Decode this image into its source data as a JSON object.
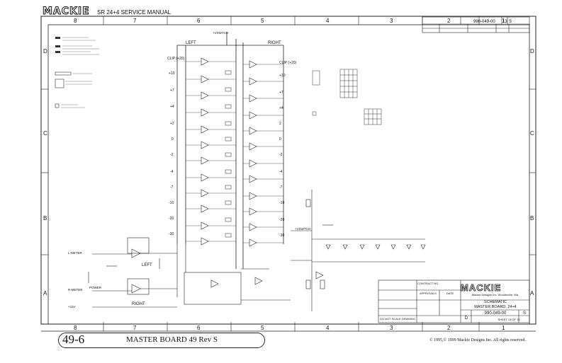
{
  "header": {
    "logo": "MACKIE",
    "manual": "SR 24+4 SERVICE MANUAL"
  },
  "zones_top": [
    "8",
    "7",
    "6",
    "5",
    "4",
    "3",
    "2",
    "1"
  ],
  "rows_side": [
    "D",
    "C",
    "B",
    "A"
  ],
  "doc_number_top": "990-049-00",
  "sheet_top": "13",
  "rev_top": "S",
  "channels": {
    "left_label": "LEFT",
    "right_label": "RIGHT",
    "clip_left": "CLIP (+20)",
    "clip_right": "CLIP (+20)",
    "levels_left": [
      "+10",
      "+7",
      "+4",
      "+2",
      "0",
      "-2",
      "-4",
      "-7",
      "-10",
      "-20",
      "-30"
    ],
    "levels_right": [
      "+10",
      "+7",
      "+4",
      "2",
      "0",
      "-2",
      "-4",
      "-7",
      "-10",
      "-20",
      "-30"
    ],
    "vsw_label": "+VSWTCH"
  },
  "bottom_labels": {
    "l_meter": "L-METER",
    "r_meter": "R-METER",
    "left": "LEFT",
    "right": "RIGHT",
    "power": "POWER",
    "plus15": "+15V",
    "vswitch": "+VSWTCH"
  },
  "title_block": {
    "logo": "MACKIE",
    "company": "Mackie Designs Inc.  Woodinville, Wa.",
    "schematic": "SCHEMATIC",
    "board": "MASTER BOARD, 24+4",
    "doc_number": "990-049-00",
    "size": "D",
    "rev": "S",
    "sheet": "SHEET 13 OF 15",
    "scale_note": "DO NOT SCALE DRAWING",
    "approvals": "APPROVALS",
    "date": "DATE",
    "contract": "CONTRACT NO."
  },
  "footer": {
    "page": "49-6",
    "title": "MASTER BOARD 49 Rev S",
    "copyright": "© 1995,© 1999 Mackie Designs Inc. All rights reserved."
  }
}
